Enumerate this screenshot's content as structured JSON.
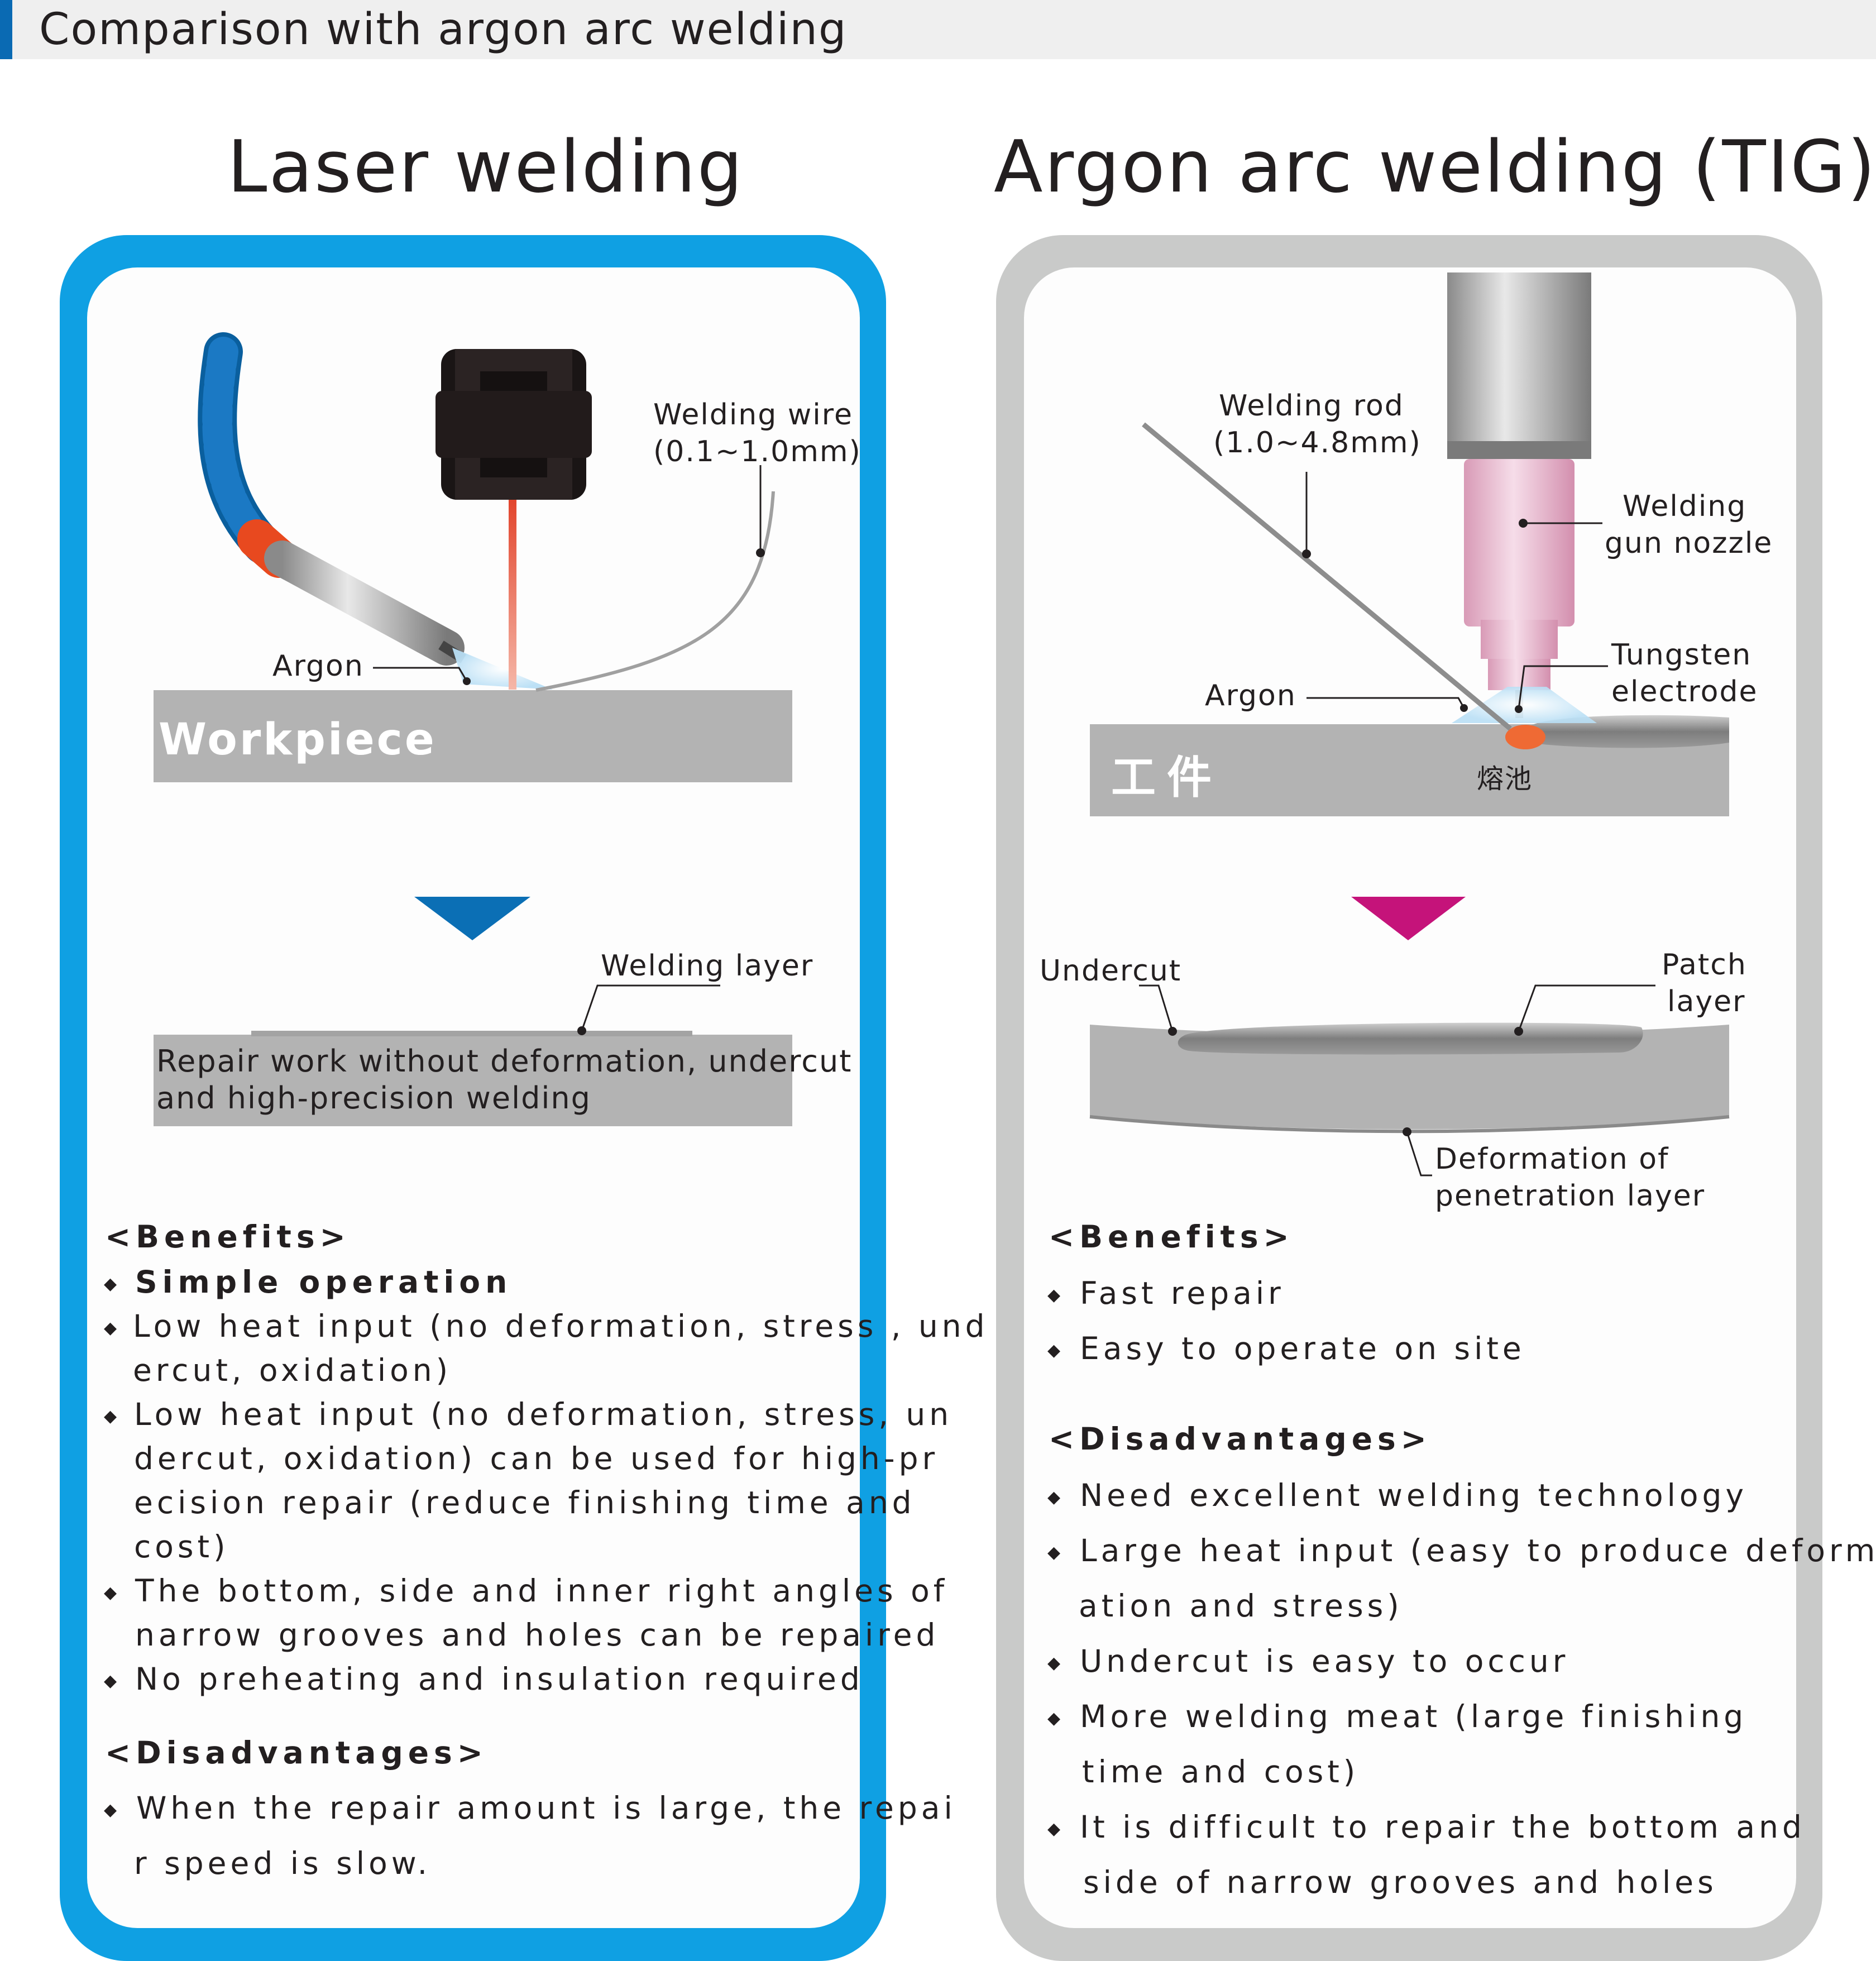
{
  "header": {
    "title": "Comparison with argon arc welding"
  },
  "laser": {
    "title": "Laser welding",
    "labels": {
      "welding_wire": "Welding wire",
      "welding_wire_size": "(0.1~1.0mm)",
      "argon": "Argon",
      "workpiece": "Workpiece",
      "welding_layer": "Welding layer",
      "result_line1": "Repair work without deformation, undercut",
      "result_line2": "and high-precision welding"
    },
    "benefits_heading": "<Benefits>",
    "benefits": [
      [
        "Simple operation"
      ],
      [
        "Low heat input (no deformation, stress , und",
        "ercut, oxidation)"
      ],
      [
        "Low heat input (no deformation, stress, un",
        "dercut, oxidation) can be used for high-pr",
        "ecision repair (reduce finishing time and",
        "cost)"
      ],
      [
        "The bottom, side and inner right angles of",
        "narrow grooves and holes can be repaired"
      ],
      [
        "No preheating and insulation required"
      ]
    ],
    "disadvantages_heading": "<Disadvantages>",
    "disadvantages": [
      [
        "When the repair amount is large, the repai",
        "r speed is slow."
      ]
    ]
  },
  "tig": {
    "title": "Argon arc welding (TIG)",
    "labels": {
      "welding_rod": "Welding rod",
      "welding_rod_size": "(1.0~4.8mm)",
      "nozzle_line1": "Welding",
      "nozzle_line2": "gun nozzle",
      "tungsten_line1": "Tungsten",
      "tungsten_line2": "electrode",
      "argon": "Argon",
      "workpiece": "工件",
      "molten_pool": "熔池",
      "undercut": "Undercut",
      "patch_line1": "Patch",
      "patch_line2": "layer",
      "deformation_line1": "Deformation of",
      "deformation_line2": "penetration layer"
    },
    "benefits_heading": "<Benefits>",
    "benefits": [
      [
        "Fast repair"
      ],
      [
        "Easy to operate on site"
      ]
    ],
    "disadvantages_heading": "<Disadvantages>",
    "disadvantages": [
      [
        "Need excellent welding technology"
      ],
      [
        "Large heat input (easy to produce deform",
        "ation and stress)"
      ],
      [
        "Undercut is easy to occur"
      ],
      [
        "More welding meat (large finishing",
        "time and cost)"
      ],
      [
        "It is difficult to repair the bottom and",
        "side of narrow grooves and holes"
      ]
    ]
  },
  "colors": {
    "laser_frame": "#0fa0e3",
    "tig_frame": "#c9cac9",
    "header_accent": "#0a6ab3",
    "laser_arrow": "#0b6fb5",
    "tig_arrow": "#c5137a",
    "workpiece": "#b3b3b3"
  },
  "icons": [
    "argon-hose-icon",
    "laser-head-icon",
    "laser-beam-icon",
    "welding-torch-icon",
    "down-arrow-icon",
    "bullet-diamond-icon"
  ]
}
